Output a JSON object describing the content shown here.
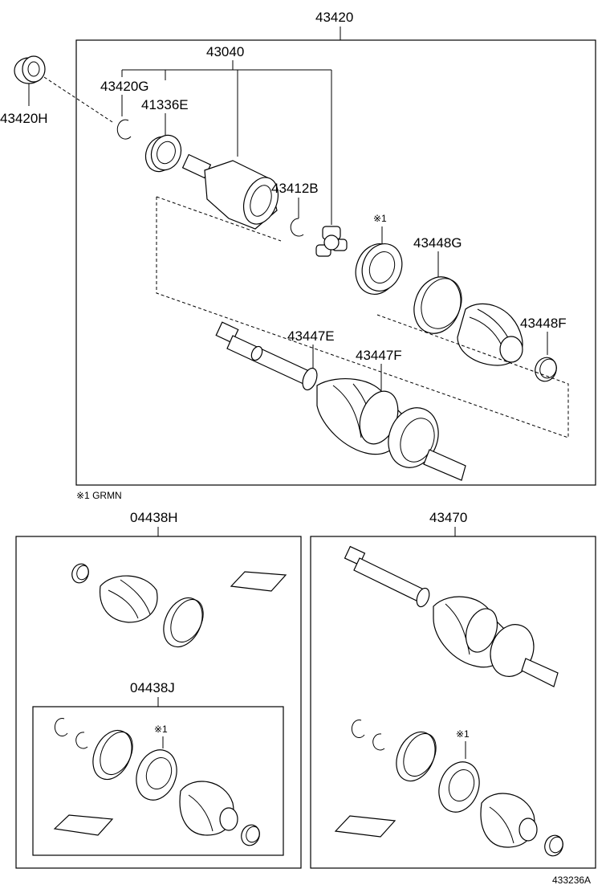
{
  "assembly_number": "43420",
  "labels": {
    "ring_43420H": "43420H",
    "joint_43040": "43040",
    "snap_43420G": "43420G",
    "seal_41336E": "41336E",
    "snap_43412B": "43412B",
    "note_mark": "※1",
    "clamp_43448G": "43448G",
    "clamp_43448F": "43448F",
    "clamp_43447E": "43447E",
    "clamp_43447F": "43447F"
  },
  "footnote": "※1 GRMN",
  "kit_a": {
    "number": "04438H"
  },
  "kit_b": {
    "number": "04438J",
    "note_mark": "※1"
  },
  "shaft_kit": {
    "number": "43470",
    "note_mark": "※1"
  },
  "figure_id": "433236A"
}
